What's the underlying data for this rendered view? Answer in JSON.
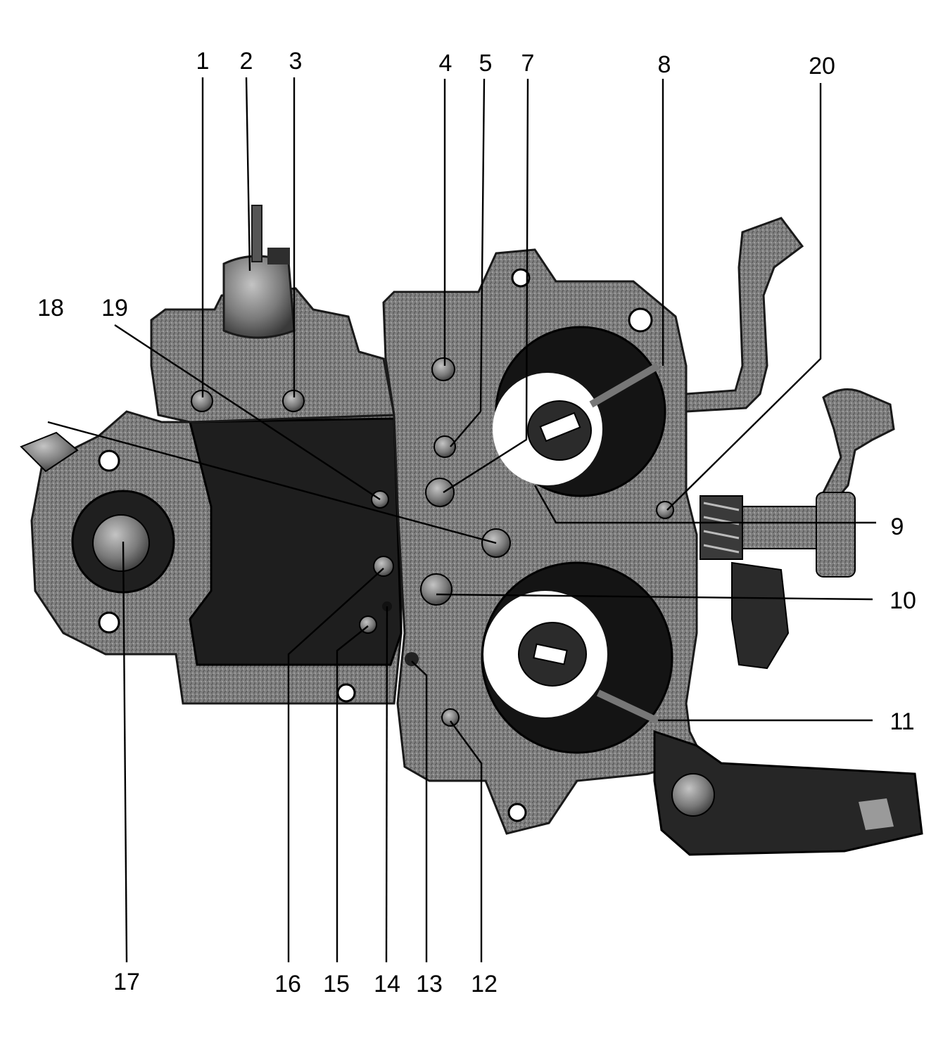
{
  "diagram": {
    "colors": {
      "background": "#ffffff",
      "ink": "#000000",
      "metal_light": "#9a9a9a",
      "metal_mid": "#6e6e6e",
      "metal_dark": "#2a2a2a",
      "throat": "#ffffff"
    },
    "callouts": [
      {
        "id": "1",
        "label": "1"
      },
      {
        "id": "2",
        "label": "2"
      },
      {
        "id": "3",
        "label": "3"
      },
      {
        "id": "4",
        "label": "4"
      },
      {
        "id": "5",
        "label": "5"
      },
      {
        "id": "7",
        "label": "7"
      },
      {
        "id": "8",
        "label": "8"
      },
      {
        "id": "20",
        "label": "20"
      },
      {
        "id": "18",
        "label": "18"
      },
      {
        "id": "19",
        "label": "19"
      },
      {
        "id": "9",
        "label": "9"
      },
      {
        "id": "10",
        "label": "10"
      },
      {
        "id": "11",
        "label": "11"
      },
      {
        "id": "17",
        "label": "17"
      },
      {
        "id": "16",
        "label": "16"
      },
      {
        "id": "15",
        "label": "15"
      },
      {
        "id": "14",
        "label": "14"
      },
      {
        "id": "13",
        "label": "13"
      },
      {
        "id": "12",
        "label": "12"
      }
    ]
  }
}
